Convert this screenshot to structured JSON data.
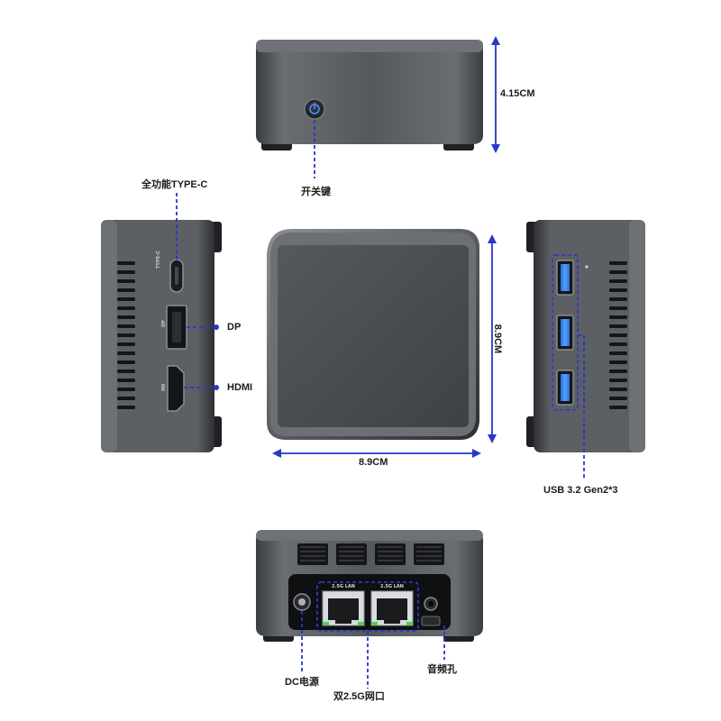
{
  "colors": {
    "accent": "#2a37c8",
    "body": "#4a4d52",
    "face": "#3a3d42",
    "usb": "#3c8cf0"
  },
  "dimensions": {
    "height": "4.15CM",
    "depth": "8.9CM",
    "width": "8.9CM"
  },
  "ports": {
    "type_c": "全功能TYPE-C",
    "power_button": "开关键",
    "dp": "DP",
    "hdmi": "HDMI",
    "usb": "USB 3.2 Gen2*3",
    "dc": "DC电源",
    "lan": "双2.5G网口",
    "audio": "音频孔"
  },
  "panel_markings": {
    "typec": "TYPE-C",
    "dp": "DP",
    "hd": "HD",
    "lan1": "2.5G LAN",
    "lan2": "2.5G LAN"
  }
}
